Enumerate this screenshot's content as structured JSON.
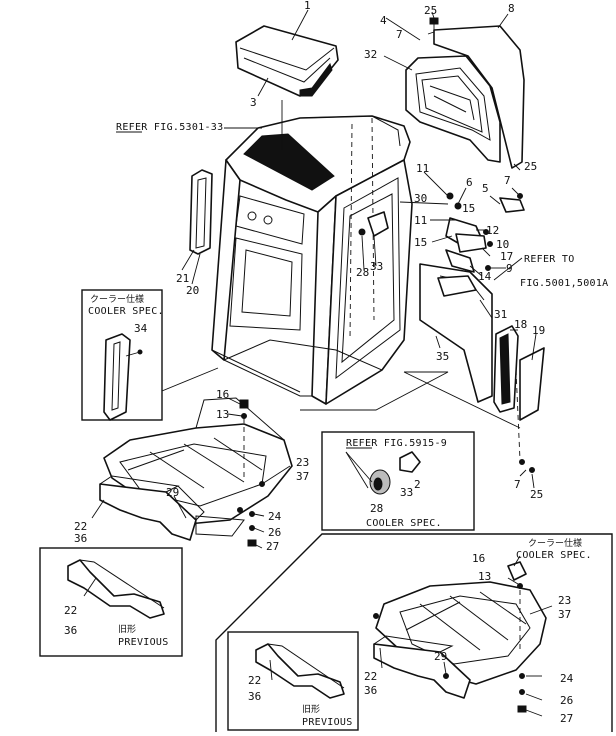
{
  "part_numbers": {
    "n1": "1",
    "n3": "3",
    "n4": "4",
    "n25a": "25",
    "n8": "8",
    "n7a": "7",
    "n32": "32",
    "n11a": "11",
    "n6": "6",
    "n30": "30",
    "n15a": "15",
    "n5": "5",
    "n7b": "7",
    "n25b": "25",
    "n11b": "11",
    "n15b": "15",
    "n12": "12",
    "n10": "10",
    "n17": "17",
    "n9": "9",
    "n14": "14",
    "n28a": "28",
    "n33a": "33",
    "n21": "21",
    "n20": "20",
    "n34": "34",
    "n31": "31",
    "n18": "18",
    "n19": "19",
    "n35": "35",
    "n16a": "16",
    "n13a": "13",
    "n23a": "23",
    "n37a": "37",
    "n7c": "7",
    "n25c": "25",
    "n2": "2",
    "n33b": "33",
    "n28b": "28",
    "n29a": "29",
    "n22a": "22",
    "n36a": "36",
    "n24a": "24",
    "n26a": "26",
    "n27a": "27",
    "n22b": "22",
    "n36b": "36",
    "n16b": "16",
    "n13b": "13",
    "n23b": "23",
    "n37b": "37",
    "n29b": "29",
    "n22c": "22",
    "n36c": "36",
    "n24b": "24",
    "n26b": "26",
    "n27b": "27",
    "n22d": "22",
    "n36d": "36"
  },
  "references": {
    "refer_top": "REFER FIG.5301-33",
    "refer_right_line1": "REFER TO",
    "refer_right_line2": "FIG.5001,5001A",
    "refer_box": "REFER FIG.5915-9"
  },
  "callout_boxes": {
    "cooler_left_jp": "クーラー仕様",
    "cooler_left_en": "COOLER SPEC.",
    "cooler_mid_en": "COOLER SPEC.",
    "cooler_right_jp": "クーラー仕様",
    "cooler_right_en": "COOLER SPEC.",
    "previous_left_jp": "旧形",
    "previous_left_en": "PREVIOUS",
    "previous_right_jp": "旧形",
    "previous_right_en": "PREVIOUS"
  }
}
